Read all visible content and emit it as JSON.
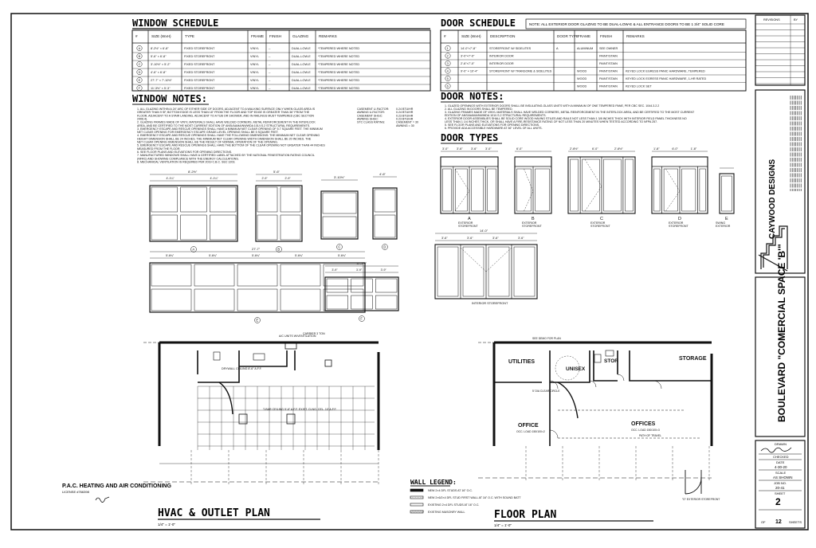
{
  "window_schedule": {
    "title": "WINDOW SCHEDULE",
    "columns": [
      "#",
      "SIZE (WxH)",
      "TYPE",
      "FRAME",
      "FINISH",
      "GLAZING",
      "REMARKS"
    ],
    "rows": [
      [
        "A",
        "8'-2½\" × 6'-8\"",
        "FIXED STOREFRONT",
        "VINYL",
        "--",
        "DUAL-LOW-E",
        "*TEMPERED WHERE NOTED"
      ],
      [
        "B",
        "5'-6\" × 6'-8\"",
        "FIXED STOREFRONT",
        "VINYL",
        "--",
        "DUAL-LOW-E",
        "*TEMPERED WHERE NOTED"
      ],
      [
        "C",
        "3'-10½\" × 5'-2\"",
        "FIXED STOREFRONT",
        "VINYL",
        "--",
        "DUAL-LOW-E",
        "*TEMPERED WHERE NOTED"
      ],
      [
        "D",
        "4'-6\" × 6'-8\"",
        "FIXED STOREFRONT",
        "VINYL",
        "--",
        "DUAL-LOW-E",
        "*TEMPERED WHERE NOTED"
      ],
      [
        "E",
        "27'-7\" × 7'-10½\"",
        "FIXED STOREFRONT",
        "VINYL",
        "--",
        "DUAL-LOW-E",
        "*TEMPERED WHERE NOTED"
      ],
      [
        "F",
        "11'-3½\" × 5'-3\"",
        "FIXED STOREFRONT",
        "VINYL",
        "--",
        "DUAL-LOW-E",
        "*TEMPERED WHERE NOTED"
      ]
    ]
  },
  "door_schedule": {
    "title": "DOOR SCHEDULE",
    "note": "NOTE: ALL EXTERIOR DOOR GLAZING TO BE DUAL-LOW-E & ALL ENTRANCE DOORS TO BE 1 3/4\" SOLID CORE",
    "columns": [
      "#",
      "SIZE (WxH)",
      "DESCRIPTION",
      "DOOR TYPE",
      "FRAME",
      "FINISH",
      "REMARKS"
    ],
    "rows": [
      [
        "1",
        "14'-0\"×7'-8\"",
        "STOREFRONT W/ SIDELITES",
        "A",
        "ALUMINUM",
        "SEE OWNER",
        ""
      ],
      [
        "2",
        "3'-0\"×7'-0\"",
        "INTERIOR DOOR",
        "",
        "",
        "PAINT/STAIN",
        ""
      ],
      [
        "3",
        "2'-6\"×7'-0\"",
        "INTERIOR DOOR",
        "",
        "",
        "PAINT/STAIN",
        ""
      ],
      [
        "4",
        "9'-0\" × 10'-4\"",
        "STOREFRONT W/ TRANSOME & SIDELITES",
        "",
        "WOOD",
        "PAINT/STAIN",
        "KEYED LOCK EGRESS PANIC HARDWARE, TEMPERED"
      ],
      [
        "5",
        "",
        "",
        "",
        "WOOD",
        "PAINT/STAIN",
        "KEYED LOCK EGRESS PANIC HARDWARE, 1-HR RATED"
      ],
      [
        "6",
        "",
        "",
        "",
        "WOOD",
        "PAINT/STAIN",
        "KEYED LOCK SET"
      ]
    ]
  },
  "window_notes": {
    "title": "WINDOW NOTES:",
    "items": [
      "1. ALL GLAZING WITHIN A 24\" ARC OF EITHER SIDE OF DOORS, ADJACENT TO A WALKING SURFACE ONLY WHEN GLASS AREA IS GREATER THAN 9 SF, BOTTOM EDGE IS LESS THAN 18\" FROM THE FLOOR AND TOP EDGE IS GREATER THAN 36\" FROM THE FLOOR, ADJACENT TO A STAIR LANDING, ADJACENT TO A TUB OR SHOWER, AND IN RAILINGS MUST TEMPERED (CBC SECTION 2406.4).",
      "2. GLAZING FRAMES MADE OF VINYL MATERIALS SHALL HAVE WELDED CORNERS, METAL REINFORCEMENT IN THE INTERLOCK AREA, AND BE CERTIFIED TO THE MOST CURRENT EDITION OF ANSI/AAMA/NWWDA 101/I.S.2 STRUCTURAL REQUIREMENTS.",
      "3. EMERGENCY ESCAPE AND RESCUE OPENINGS SHALL HAVE A MINIMUM NET CLEAR OPENING OF 5.7 SQUARE FEET. THE MINIMUM NET CLEAR OPENING FOR EMERGENCY ESCAPE GRADE-LEVEL OPENING SHALL BE 5 SQUARE FEET.",
      "4. EMERGENCY ESCAPE AND RESCUE OPENINGS SHALL HAVE THE FOLLOWING DIMENSIONS: THE MINIMUM NET CLEAR OPENING HEIGHT DIMENSION SHALL BE 24 INCHES. THE MINIMUM NET CLEAR OPENING WIDTH DIMENSION SHALL BE 20 INCHES. THE NET CLEAR OPENING DIMENSION SHALL BE THE RESULT OF NORMAL OPERATION OF THE OPENING.",
      "5. EMERGENCY ESCAPE AND RESCUE OPENINGS SHALL HAVE THE BOTTOM OF THE CLEAR OPENING NOT GREATER THAN 44 INCHES MEASURED FROM THE FLOOR.",
      "6. SEE FLOOR PLANS AND ELEVATIONS FOR OPENING DIRECTIONS.",
      "7. MANUFACTURED WINDOWS SHALL HAVE A CERTIFIED LABEL ATTACHED BY THE NATIONAL FENESTRATION RATING COUNCIL (NFRC) AND SHOWING COMPLIANCE WITH THE ENERGY CALCULATIONS.",
      "8. MECHANICAL VENTILATION IS REQUIRED PER 2019 C.B.C. SEC 1203."
    ],
    "ratings": [
      [
        "CASEMENT U-FACTOR:",
        "0.24 BTU/HR"
      ],
      [
        "AWNING U-FACTOR:",
        "0.24 BTU/HR"
      ],
      [
        "CASEMENT SHGC:",
        "0.23 BTU/HR"
      ],
      [
        "AWNING SHGC:",
        "0.23 BTU/HR"
      ],
      [
        "STC CLASS RATING:",
        "CASEMENT = 30"
      ],
      [
        "",
        "AWNING = 30"
      ]
    ]
  },
  "door_notes": {
    "title": "DOOR NOTES:",
    "items": [
      "1. GLAZED OPENINGS WITH EXTERIOR DOORS SHALL BE INSULATING-GLASS UNITS WITH A MINIMUM OF ONE TEMPERED PANE, PER CBC SEC. 1044.3.2.2",
      "2. ALL GLAZING IN DOORS SHALL BE TEMPERED.",
      "3. GLAZING FRAMES MADE OF VINYL MATERIALS SHALL HAVE WELDED CORNERS, METAL REINFORCEMENT IN THE INTERLOCK AREA, AND BE CERTIFIED TO THE MOST CURRENT EDITION OF ANSI/AAMA/NWWDA 101/I.S.2 STRUCTURAL REQUIREMENTS.",
      "4. EXTERIOR DOOR ASSEMBLIES SHALL BE SOLID CORE WOOD HAVING STILES AND RAILS NOT LESS THAN 1 3/8 INCHES THICK WITH INTERIOR FIELD PANEL THICKNESS NO LESS THAN 1 1/4 INCHES THICK, OR SHALL HAVE A FIRE-RESISTANCE RATING OF NOT LESS THAN 20 MINUTES WHEN TESTED ACCORDING TO NFPA 257.",
      "5. SEE FLOOR PLANS AND ELEVATIONS FOR OPENING DIRECTIONS.",
      "6. PROVIDE ADA ACCESSIBLE HARDWARE AT 36\" LEVEL OF ALL UNITS."
    ]
  },
  "door_types": {
    "title": "DOOR TYPES",
    "items": [
      {
        "letter": "A",
        "label": "EXTERIOR STOREFRONT",
        "dims": [
          "3'-0\"",
          "3'-6\"",
          "3'-6\"",
          "3'-0\""
        ]
      },
      {
        "letter": "B",
        "label": "EXTERIOR STOREFRONT",
        "dims": [
          "6'-0\""
        ]
      },
      {
        "letter": "C",
        "label": "EXTERIOR STOREFRONT",
        "dims": [
          "2'-6½\"",
          "6'-0\"",
          "2'-6½\""
        ]
      },
      {
        "letter": "D",
        "label": "EXTERIOR STOREFRONT",
        "dims": [
          "1'-8\"",
          "6'-0\"",
          "1'-8\""
        ]
      },
      {
        "letter": "E",
        "label": "SWING EXTERIOR",
        "dims": []
      }
    ],
    "interior_storefront": {
      "label": "INTERIOR STOREFRONT",
      "overall": "14'-0\"",
      "dims": [
        "3'-6\"",
        "3'-6\"",
        "3'-6\"",
        "3'-6\""
      ]
    }
  },
  "window_elevations": {
    "A": {
      "label": "A",
      "overall": "8'-2½\"",
      "dims": [
        "4'-1¼\"",
        "4'-1¼\""
      ]
    },
    "B": {
      "label": "B",
      "overall": "5'-6\"",
      "dims": [
        "2'-9\"",
        "2'-9\""
      ]
    },
    "C": {
      "label": "C",
      "overall": "3'-10½\""
    },
    "D": {
      "label": "D",
      "overall": "4'-6\""
    },
    "E": {
      "label": "E",
      "overall": "27'-7\"",
      "dims": [
        "5'-6¾\"",
        "5'-6¾\"",
        "5'-6¾\"",
        "5'-6¾\"",
        "5'-6¾\""
      ]
    },
    "F": {
      "label": "F",
      "overall": "11'-3½\"",
      "dims": [
        "3'-9\"",
        "3'-9\"",
        "3'-9\""
      ]
    }
  },
  "hvac_plan": {
    "title": "HVAC & OUTLET PLAN",
    "scale": "1/4\" = 1'-0\"",
    "contractor": "P.A.C. HEATING AND AIR CONDITIONING",
    "license": "LICENSE #766398",
    "labels": [
      "DRYWALL CEILING 8'-6\" A.F.F.",
      "T-BAR CEILING 9'-6\" A.F.F. EXIST. CLNG. CEL. 10' A.F.F.",
      "A/C UNITS W/VENTILATION",
      "CARRIER 3 TON"
    ]
  },
  "floor_plan": {
    "title": "FLOOR PLAN",
    "scale": "1/4\" = 1'-0\"",
    "rooms": [
      "UTILITIES",
      "UNISEX",
      "STOR",
      "STORAGE",
      "OFFICE",
      "OFFICES"
    ],
    "labels": [
      "OCC. LOAD 150/100=2",
      "OCC. LOAD 150/100=3",
      "PATH OF TRAVEL",
      "5' DIA CLEAR CIRCLE",
      "\"D\" EXTERIOR STOREFRONT",
      "SEE DEMO FOR PLAN"
    ]
  },
  "wall_legend": {
    "title": "WALL LEGEND:",
    "items": [
      "NEW 2×4 DFL STUDS AT 16\" O.C.",
      "NEW 2×6/2×4 DFL STUD FIRST WALL AT 16\" O.C. WITH SOUND BATT",
      "EXISTING 2×4 DFL STUDS AT 16\" O.C.",
      "EXISTING MASONRY WALL"
    ]
  },
  "title_block": {
    "revisions": "REVISIONS",
    "by": "BY",
    "firm_name": "CAYWOOD DESIGNS",
    "project": "BOULEVARD \"COMERCIAL SPACE 'B'\"",
    "drawn_label": "DRAWN",
    "checked_label": "CHECKED",
    "date_label": "DATE",
    "date": "4-30-20",
    "scale_label": "SCALE",
    "scale": "AS SHOWN",
    "job_label": "JOB NO.",
    "job": "20-41",
    "sheet_label": "SHEET",
    "sheet": "2",
    "of": "OF",
    "total": "12",
    "sheets": "SHEETS"
  },
  "colors": {
    "ink": "#111111",
    "grid": "#666666",
    "paper": "#ffffff"
  }
}
